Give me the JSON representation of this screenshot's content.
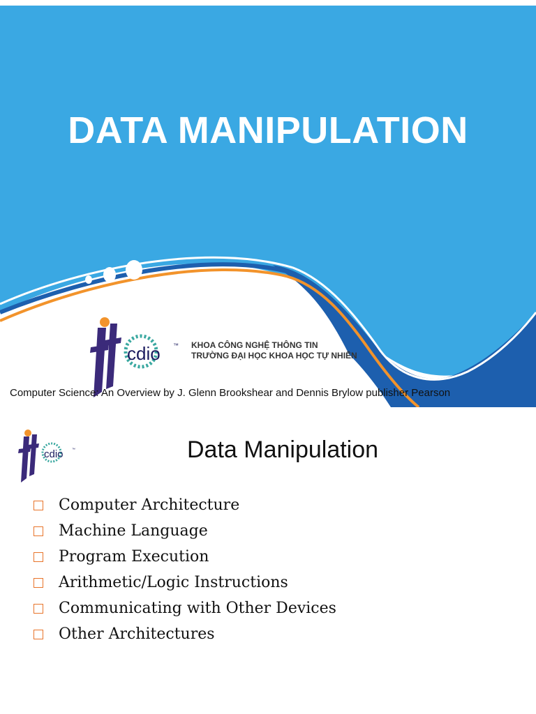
{
  "slide1": {
    "title": "DATA MANIPULATION",
    "logo": {
      "fit_text": "fit",
      "cdio_text": "cdio",
      "cdio_mark": "™"
    },
    "faculty_line1": "KHOA CÔNG NGHỆ THÔNG TIN",
    "faculty_line2": "TRƯỜNG ĐẠI HỌC KHOA HỌC TỰ NHIÊN",
    "credit": "Computer Science: An Overview by J. Glenn Brookshear and Dennis Brylow publisher Pearson",
    "colors": {
      "sky": "#3aa8e3",
      "dark_blue": "#1d5fae",
      "orange": "#f2932b"
    }
  },
  "slide2": {
    "title": "Data Manipulation",
    "bullets": [
      "Computer Architecture",
      "Machine Language",
      "Program Execution",
      "Arithmetic/Logic Instructions",
      "Communicating with Other Devices",
      "Other Architectures"
    ],
    "bullet_icon": "checkbox-square-icon",
    "colors": {
      "bullet_box": "#e8742a"
    }
  }
}
